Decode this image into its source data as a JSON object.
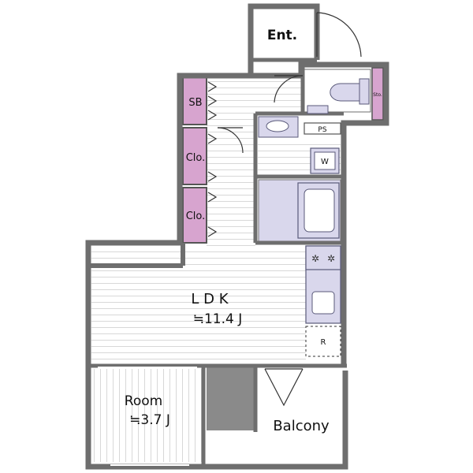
{
  "labels": {
    "entrance": "Ent.",
    "shoe_box": "SB",
    "closet_1": "Clo.",
    "closet_2": "Clo.",
    "storage": "Sto.",
    "pipe_space": "PS",
    "washer": "W",
    "ldk_name": "L D K",
    "ldk_size": "≒11.4 J",
    "fridge": "R",
    "room_name": "Room",
    "room_size": "≒3.7 J",
    "balcony": "Balcony"
  },
  "colors": {
    "wall": "#6e6e6e",
    "wall_dark": "#555555",
    "storage_fill": "#d7a4cf",
    "fixture_fill": "#d9d7ec",
    "fixture_stroke": "#5a5a7a",
    "floor_line": "#d8d8d8",
    "balcony_fill": "#ffffff",
    "void_fill": "#8a8a8a"
  }
}
